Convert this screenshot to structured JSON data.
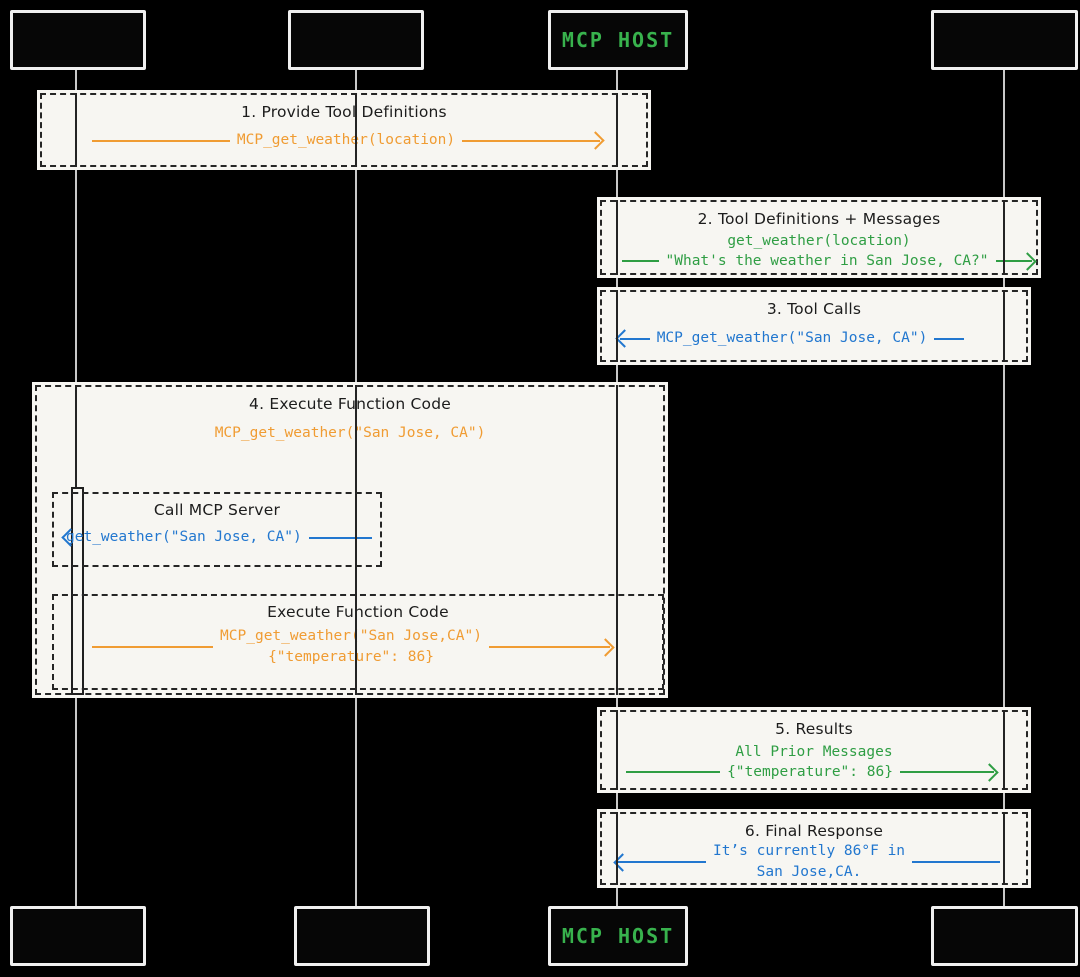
{
  "palette": {
    "background": "#000000",
    "panel": "#f7f6f2",
    "ink": "#1c1c1c",
    "orange": "#f09c33",
    "green": "#2f9e44",
    "blue": "#2277cf",
    "host_green": "#38b24d",
    "lifeline": "#c9c9c9",
    "node_border": "#f0f0f0"
  },
  "nodes": {
    "host_top": "MCP HOST",
    "host_bottom": "MCP HOST"
  },
  "steps": {
    "step1": {
      "title": "1. Provide Tool Definitions",
      "code": "MCP_get_weather(location)"
    },
    "step2": {
      "title": "2. Tool Definitions + Messages",
      "line1": "get_weather(location)",
      "line2": "\"What's the weather in San Jose, CA?\""
    },
    "step3": {
      "title": "3. Tool Calls",
      "code": "MCP_get_weather(\"San Jose, CA\")"
    },
    "step4": {
      "title": "4. Execute Function Code",
      "code": "MCP_get_weather(\"San Jose, CA\")",
      "call_box": {
        "title": "Call MCP Server",
        "code": "get_weather(\"San Jose, CA\")"
      },
      "exec_box": {
        "title": "Execute Function Code",
        "line1": "MCP_get_weather(\"San Jose,CA\")",
        "line2": "{\"temperature\": 86}"
      }
    },
    "step5": {
      "title": "5. Results",
      "line1": "All Prior Messages",
      "line2": "{\"temperature\": 86}"
    },
    "step6": {
      "title": "6. Final Response",
      "line1": "It’s currently 86°F in",
      "line2": "San Jose,CA."
    }
  }
}
